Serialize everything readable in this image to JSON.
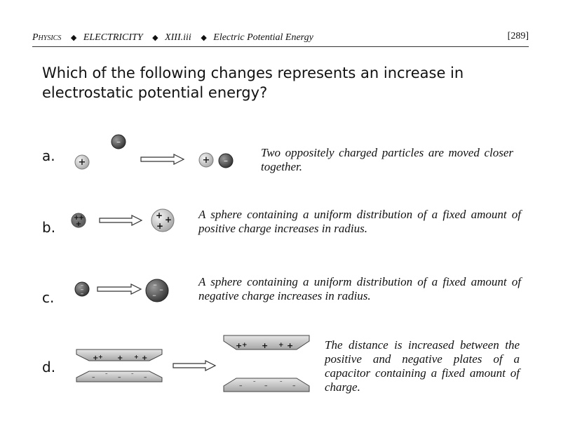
{
  "header": {
    "subject": "Physics",
    "topic": "ELECTRICITY",
    "section": "XIII.iii",
    "subsection": "Electric Potential Energy",
    "page_number": "[289]",
    "separator_icon": "diamond-bullet"
  },
  "question": "Which of the following changes represents an increase in electrostatic potential energy?",
  "options": [
    {
      "label": "a.",
      "text": "Two oppositely charged  particles are moved closer together."
    },
    {
      "label": "b.",
      "text": "A sphere containing a uniform distribution of a fixed amount of positive charge increases in radius."
    },
    {
      "label": "c.",
      "text": "A sphere containing a uniform distribution of a fixed amount of negative charge increases in radius."
    },
    {
      "label": "d.",
      "text": "The distance is increased between the positive and negative plates of a capacitor containing a fixed amount of charge."
    }
  ],
  "symbols": {
    "plus": "+",
    "minus": "–"
  },
  "colors": {
    "positive_particle": "#d9d9d9",
    "negative_particle": "#5a5a5a",
    "plate": "#cfcfcf"
  }
}
